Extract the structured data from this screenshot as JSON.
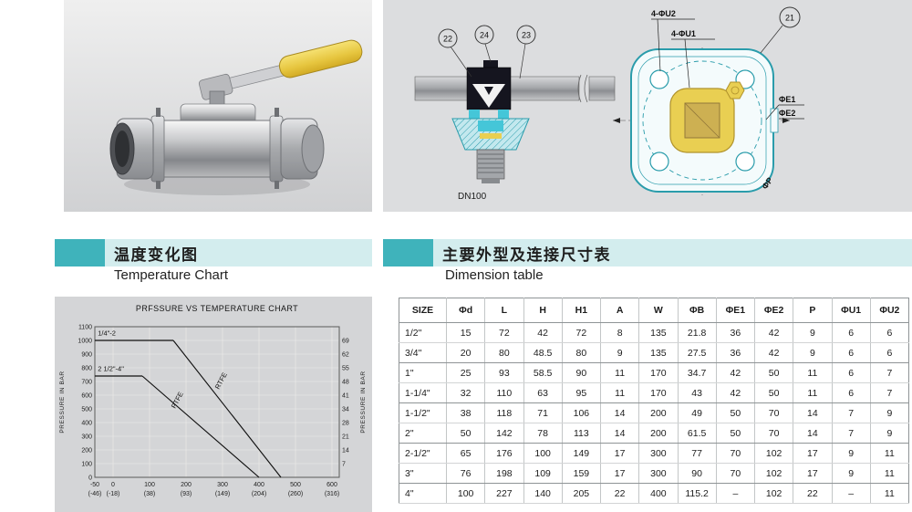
{
  "sections": {
    "temperature": {
      "title_cn": "温度变化图",
      "title_en": "Temperature Chart"
    },
    "dimensions": {
      "title_cn": "主要外型及连接尺寸表",
      "title_en": "Dimension table"
    }
  },
  "drawing": {
    "callouts": {
      "c21": "21",
      "c22": "22",
      "c23": "23",
      "c24": "24"
    },
    "labels": {
      "dn": "DN100",
      "u2": "4-ΦU2",
      "u1": "4-ΦU1",
      "e1": "ΦE1",
      "e2": "ΦE2",
      "p": "ΦP"
    }
  },
  "chart_data": {
    "type": "line",
    "title": "PRFSSURE VS TEMPERATURE CHART",
    "ylabel_left": "PRESSURE IN BAR",
    "ylabel_right": "PRESSURE IN BAR",
    "xlim": [
      -50,
      620
    ],
    "ylim": [
      0,
      1100
    ],
    "x_ticks": [
      -50,
      0,
      100,
      200,
      300,
      400,
      500,
      600
    ],
    "x_ticks_secondary": [
      "(-46)",
      "(-18)",
      "(38)",
      "(93)",
      "(149)",
      "(204)",
      "(260)",
      "(316)"
    ],
    "y_ticks_left": [
      0,
      100,
      200,
      300,
      400,
      500,
      600,
      700,
      800,
      900,
      1000,
      1100
    ],
    "y_ticks_right": [
      7,
      14,
      21,
      28,
      34,
      41,
      48,
      55,
      62,
      69
    ],
    "grid": true,
    "legend": "none",
    "series": [
      {
        "name": "1/4\"-2 limit",
        "points": [
          [
            -50,
            1000
          ],
          [
            165,
            1000
          ]
        ]
      },
      {
        "name": "RTFE",
        "points": [
          [
            165,
            1000
          ],
          [
            460,
            0
          ]
        ]
      },
      {
        "name": "2 1/2\"-4\" limit",
        "points": [
          [
            -50,
            740
          ],
          [
            80,
            740
          ]
        ]
      },
      {
        "name": "PTFE",
        "points": [
          [
            80,
            740
          ],
          [
            400,
            0
          ]
        ]
      }
    ],
    "annotations": [
      {
        "text": "1/4\"-2",
        "x": -42,
        "y": 1038,
        "rotate": 0
      },
      {
        "text": "2 1/2\"-4\"",
        "x": -42,
        "y": 778,
        "rotate": 0
      },
      {
        "text": "RTFE",
        "x": 290,
        "y": 640,
        "rotate": -62
      },
      {
        "text": "PTFE",
        "x": 170,
        "y": 500,
        "rotate": -62
      }
    ]
  },
  "table": {
    "headers": [
      "SIZE",
      "Φd",
      "L",
      "H",
      "H1",
      "A",
      "W",
      "ΦB",
      "ΦE1",
      "ΦE2",
      "P",
      "ΦU1",
      "ΦU2"
    ],
    "rows": [
      [
        "1/2\"",
        "15",
        "72",
        "42",
        "72",
        "8",
        "135",
        "21.8",
        "36",
        "42",
        "9",
        "6",
        "6"
      ],
      [
        "3/4\"",
        "20",
        "80",
        "48.5",
        "80",
        "9",
        "135",
        "27.5",
        "36",
        "42",
        "9",
        "6",
        "6"
      ],
      [
        "1\"",
        "25",
        "93",
        "58.5",
        "90",
        "11",
        "170",
        "34.7",
        "42",
        "50",
        "11",
        "6",
        "7"
      ],
      [
        "1-1/4\"",
        "32",
        "110",
        "63",
        "95",
        "11",
        "170",
        "43",
        "42",
        "50",
        "11",
        "6",
        "7"
      ],
      [
        "1-1/2\"",
        "38",
        "118",
        "71",
        "106",
        "14",
        "200",
        "49",
        "50",
        "70",
        "14",
        "7",
        "9"
      ],
      [
        "2\"",
        "50",
        "142",
        "78",
        "113",
        "14",
        "200",
        "61.5",
        "50",
        "70",
        "14",
        "7",
        "9"
      ],
      [
        "2-1/2\"",
        "65",
        "176",
        "100",
        "149",
        "17",
        "300",
        "77",
        "70",
        "102",
        "17",
        "9",
        "11"
      ],
      [
        "3\"",
        "76",
        "198",
        "109",
        "159",
        "17",
        "300",
        "90",
        "70",
        "102",
        "17",
        "9",
        "11"
      ],
      [
        "4\"",
        "100",
        "227",
        "140",
        "205",
        "22",
        "400",
        "115.2",
        "–",
        "102",
        "22",
        "–",
        "11"
      ]
    ],
    "group_ends": [
      1,
      3,
      5,
      7
    ]
  }
}
